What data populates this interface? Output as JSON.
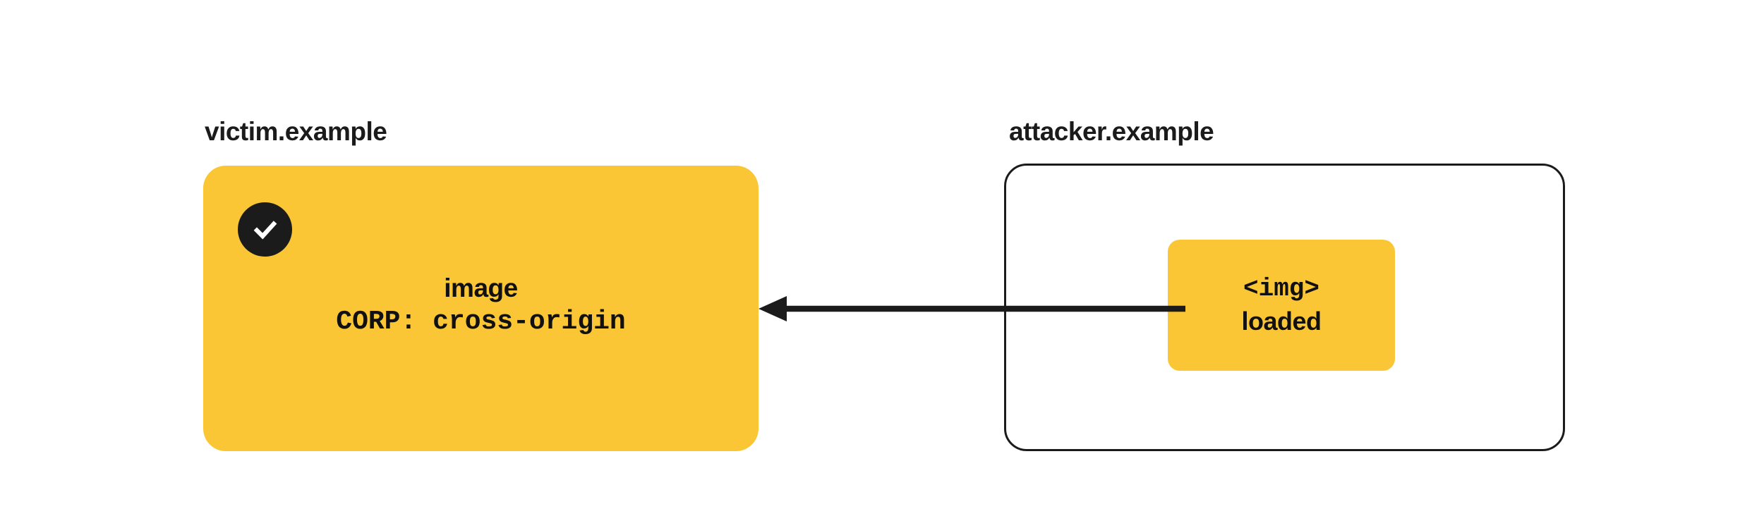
{
  "diagram": {
    "title": "CORP cross-origin blocked image load",
    "background_color": "#ffffff",
    "accent_color": "#FBC636",
    "ink_color": "#1b1b1b"
  },
  "victim": {
    "label": "victim.example",
    "badge_icon": "check-icon",
    "resource": {
      "name": "image",
      "header": "CORP: cross-origin"
    }
  },
  "attacker": {
    "label": "attacker.example",
    "element": {
      "tag": "<img>",
      "state": "loaded"
    }
  },
  "arrow": {
    "direction": "right-to-left",
    "from": "attacker.example <img>",
    "to": "victim.example image",
    "icon": "arrow-left-icon"
  }
}
